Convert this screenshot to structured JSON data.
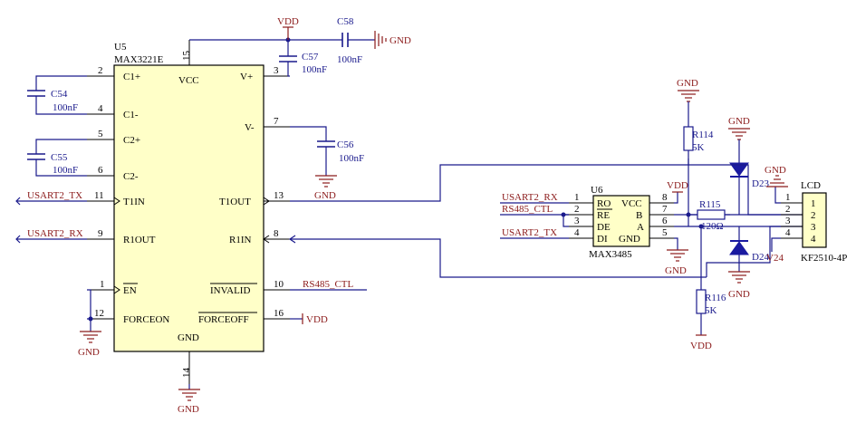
{
  "u5": {
    "ref": "U5",
    "part": "MAX3221E",
    "pins_left": [
      {
        "num": "2",
        "name": "C1+"
      },
      {
        "num": "4",
        "name": "C1-"
      },
      {
        "num": "5",
        "name": "C2+"
      },
      {
        "num": "6",
        "name": "C2-"
      },
      {
        "num": "11",
        "name": "T1IN"
      },
      {
        "num": "9",
        "name": "R1OUT"
      },
      {
        "num": "1",
        "name": "EN"
      },
      {
        "num": "12",
        "name": "FORCEON"
      }
    ],
    "pins_right": [
      {
        "num": "3",
        "name": "V+"
      },
      {
        "num": "7",
        "name": "V-"
      },
      {
        "num": "13",
        "name": "T1OUT"
      },
      {
        "num": "8",
        "name": "R1IN"
      },
      {
        "num": "10",
        "name": "INVALID"
      },
      {
        "num": "16",
        "name": "FORCEOFF"
      }
    ],
    "pin_vcc": {
      "num": "15",
      "name": "VCC"
    },
    "pin_gnd": {
      "num": "14",
      "name": "GND"
    }
  },
  "u6": {
    "ref": "U6",
    "part": "MAX3485",
    "pins_left": [
      {
        "num": "1",
        "name": "RO"
      },
      {
        "num": "2",
        "name": "RE"
      },
      {
        "num": "3",
        "name": "DE"
      },
      {
        "num": "4",
        "name": "DI"
      }
    ],
    "pins_right": [
      {
        "num": "8",
        "name": "VCC"
      },
      {
        "num": "7",
        "name": "B"
      },
      {
        "num": "6",
        "name": "A"
      },
      {
        "num": "5",
        "name": "GND"
      }
    ]
  },
  "lcd": {
    "ref": "LCD",
    "part": "KF2510-4P",
    "pins": [
      "1",
      "2",
      "3",
      "4"
    ],
    "pin_nums": [
      "1",
      "2",
      "3",
      "4"
    ]
  },
  "caps": {
    "c54": {
      "ref": "C54",
      "value": "100nF"
    },
    "c55": {
      "ref": "C55",
      "value": "100nF"
    },
    "c56": {
      "ref": "C56",
      "value": "100nF"
    },
    "c57": {
      "ref": "C57",
      "value": "100nF"
    },
    "c58": {
      "ref": "C58",
      "value": "100nF"
    }
  },
  "resistors": {
    "r114": {
      "ref": "R114",
      "value": "5K"
    },
    "r115": {
      "ref": "R115",
      "value": "120Ω"
    },
    "r116": {
      "ref": "R116",
      "value": "5K"
    }
  },
  "diodes": {
    "d23": {
      "ref": "D23"
    },
    "d24": {
      "ref": "D24"
    }
  },
  "nets": {
    "vdd": "VDD",
    "gnd": "GND",
    "usart2_tx": "USART2_TX",
    "usart2_rx": "USART2_RX",
    "rs485_ctl": "RS485_CTL",
    "v24": "V24"
  }
}
